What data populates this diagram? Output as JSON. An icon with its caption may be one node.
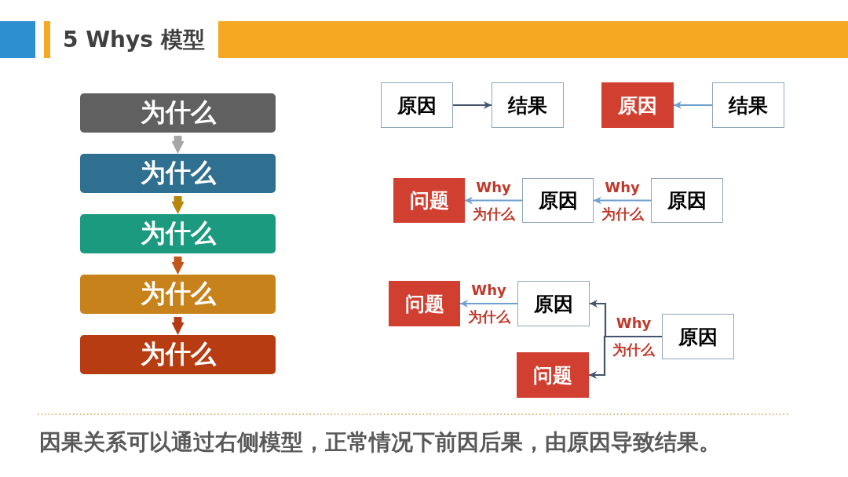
{
  "diagram": {
    "title": "5 Whys 模型",
    "caption": "因果关系可以通过右侧模型，正常情况下前因后果，由原因导致结果。",
    "nodes": [
      {
        "text": [
          "为什么"
        ]
      },
      {
        "text": [
          "为什么"
        ]
      },
      {
        "text": [
          "为什么"
        ]
      },
      {
        "text": [
          "为什么"
        ]
      },
      {
        "text": [
          "为什么"
        ]
      },
      {
        "text": [
          "原因"
        ]
      },
      {
        "text": [
          "结果"
        ]
      },
      {
        "text": [
          "原因"
        ]
      },
      {
        "text": [
          "结果"
        ]
      },
      {
        "text": [
          "问题"
        ]
      },
      {
        "text": [
          "原因"
        ]
      },
      {
        "text": [
          "原因"
        ]
      },
      {
        "text": [
          "问题"
        ]
      },
      {
        "text": [
          "原因"
        ]
      },
      {
        "text": [
          "原因"
        ]
      },
      {
        "text": [
          "问题"
        ]
      }
    ],
    "edges": [
      {
        "from": 0,
        "to": 1,
        "arrow": "to",
        "style": "thick",
        "color": "#a6a6a6"
      },
      {
        "from": 1,
        "to": 2,
        "arrow": "to",
        "style": "thick",
        "color": "#b8860b"
      },
      {
        "from": 2,
        "to": 3,
        "arrow": "to",
        "style": "thick",
        "color": "#c0561a"
      },
      {
        "from": 3,
        "to": 4,
        "arrow": "to",
        "style": "thick",
        "color": "#b53a14"
      },
      {
        "from": 5,
        "to": 6,
        "arrow": "to",
        "color": "#44546a"
      },
      {
        "from": 8,
        "to": 7,
        "arrow": "to"
      },
      {
        "from": 10,
        "to": 9,
        "arrow": "to",
        "label": "Why 为什么"
      },
      {
        "from": 11,
        "to": 10,
        "arrow": "to",
        "label": "Why 为什么"
      },
      {
        "from": 13,
        "to": 12,
        "arrow": "to",
        "label": "Why 为什么"
      },
      {
        "from": 14,
        "to": 13,
        "arrow": "to",
        "label": "Why 为什么",
        "color": "#44546a"
      },
      {
        "from": 14,
        "to": 15,
        "arrow": "to",
        "color": "#44546a"
      }
    ]
  }
}
